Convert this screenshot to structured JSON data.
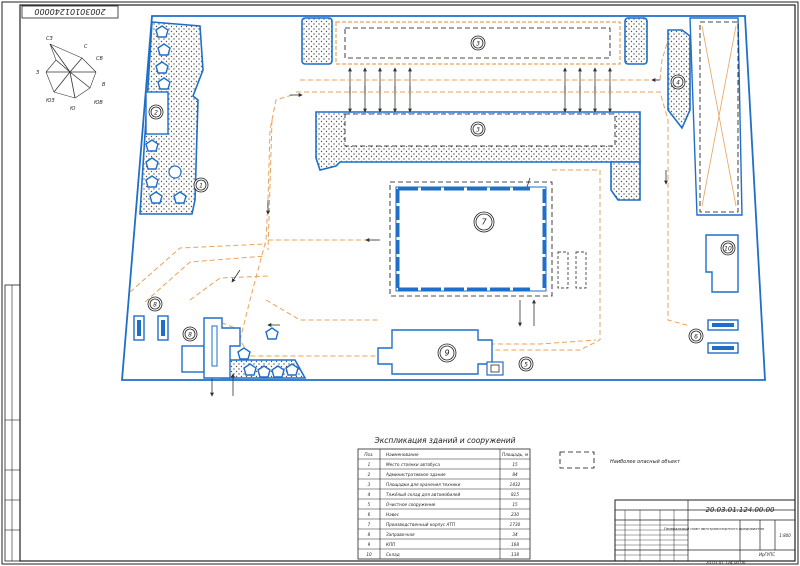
{
  "drawing": {
    "code_stamp": "20.03.01.124.00.00",
    "code_top": "20030101240000"
  },
  "compass": [
    "С",
    "СВ",
    "В",
    "ЮВ",
    "Ю",
    "ЮЗ",
    "З",
    "СЗ"
  ],
  "buildings": [
    {
      "n": "1"
    },
    {
      "n": "2"
    },
    {
      "n": "3"
    },
    {
      "n": "3"
    },
    {
      "n": "4"
    },
    {
      "n": "5"
    },
    {
      "n": "6"
    },
    {
      "n": "7"
    },
    {
      "n": "8"
    },
    {
      "n": "8"
    },
    {
      "n": "9"
    },
    {
      "n": "10"
    }
  ],
  "legend_label": "Наиболее опасный объект",
  "table": {
    "title": "Экспликация зданий и сооружений",
    "headers": [
      "Поз.",
      "Наименование",
      "Площадь, м"
    ],
    "rows": [
      [
        "1",
        "Место стоянки автобуса",
        "15"
      ],
      [
        "2",
        "Административное здание",
        "84"
      ],
      [
        "3",
        "Площадки для хранения техники",
        "1432"
      ],
      [
        "4",
        "Тяжёлый склад для автомобилей",
        "815"
      ],
      [
        "5",
        "Очистное сооружение",
        "15"
      ],
      [
        "6",
        "Навес",
        "230"
      ],
      [
        "7",
        "Производственный корпус АТП",
        "1730"
      ],
      [
        "8",
        "Заправочная",
        "34"
      ],
      [
        "9",
        "КПП",
        "168"
      ],
      [
        "10",
        "Склад",
        "138"
      ]
    ]
  },
  "stamp": {
    "code": "20.03.01.124.00.00",
    "title": "Генеральный план автотранспортного предприятия",
    "scale": "1:800",
    "org": "ИрГУПС"
  }
}
